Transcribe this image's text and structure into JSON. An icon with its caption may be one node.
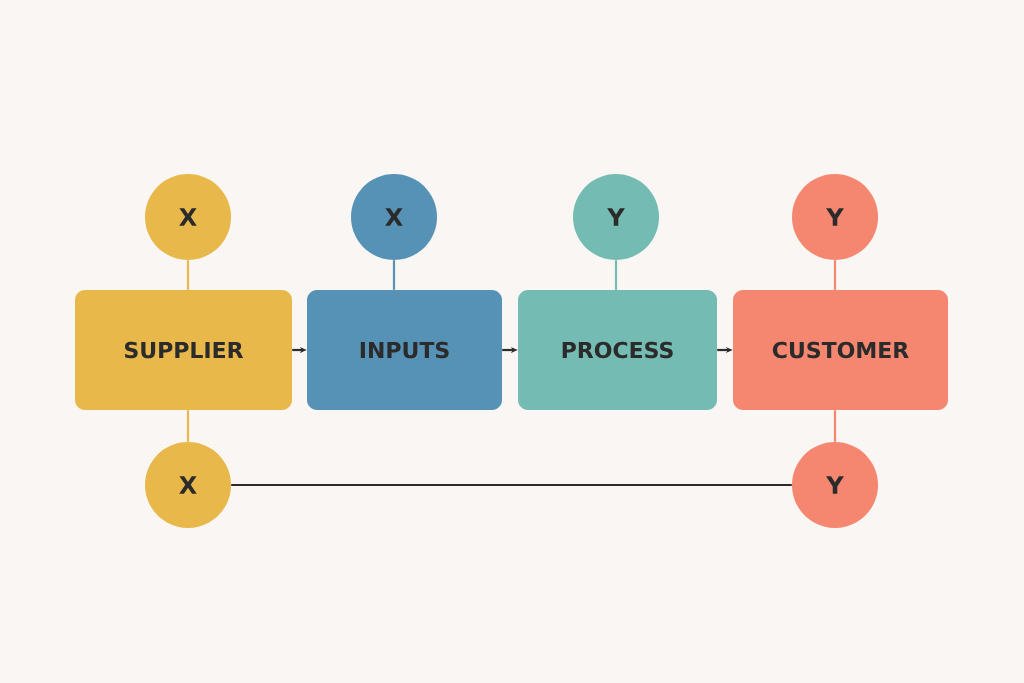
{
  "diagram": {
    "nodes": [
      {
        "text": [
          "X"
        ]
      },
      {
        "text": [
          "X"
        ]
      },
      {
        "text": [
          "Y"
        ]
      },
      {
        "text": [
          "Y"
        ]
      },
      {
        "text": [
          "SUPPLIER"
        ]
      },
      {
        "text": [
          "INPUTS"
        ]
      },
      {
        "text": [
          "PROCESS"
        ]
      },
      {
        "text": [
          "CUSTOMER"
        ]
      },
      {
        "text": [
          "X"
        ]
      },
      {
        "text": [
          "Y"
        ]
      }
    ],
    "edges": [
      {
        "from": 0,
        "to": 4,
        "arrow": "none",
        "color": "#e8b84a"
      },
      {
        "from": 1,
        "to": 5,
        "arrow": "none",
        "color": "#5592b5"
      },
      {
        "from": 2,
        "to": 6,
        "arrow": "none",
        "color": "#74bcb3"
      },
      {
        "from": 3,
        "to": 7,
        "arrow": "none",
        "color": "#f5866f"
      },
      {
        "from": 4,
        "to": 5,
        "arrow": "to"
      },
      {
        "from": 5,
        "to": 6,
        "arrow": "to"
      },
      {
        "from": 6,
        "to": 7,
        "arrow": "to"
      },
      {
        "from": 8,
        "to": 4,
        "arrow": "none",
        "color": "#e8b84a"
      },
      {
        "from": 9,
        "to": 7,
        "arrow": "none",
        "color": "#f5866f"
      },
      {
        "from": 8,
        "to": 9,
        "arrow": "none"
      }
    ]
  }
}
